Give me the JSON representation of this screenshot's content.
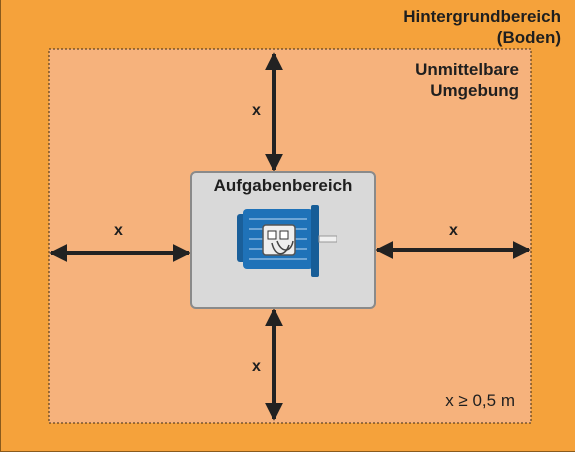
{
  "background_label": [
    "Hintergrundbereich",
    "(Boden)"
  ],
  "environment_label": [
    "Unmittelbare",
    "Umgebung"
  ],
  "task_area_label": "Aufgabenbereich",
  "distance_symbol": "x",
  "constraint_text": "x ≥ 0,5 m",
  "colors": {
    "background": "#f5a23b",
    "environment": "#f6b27c",
    "task_area": "#d9d9d9",
    "motor": "#1f72b8",
    "arrows": "#222222"
  },
  "icons": [
    "electric-motor-icon",
    "double-arrow-icon"
  ]
}
